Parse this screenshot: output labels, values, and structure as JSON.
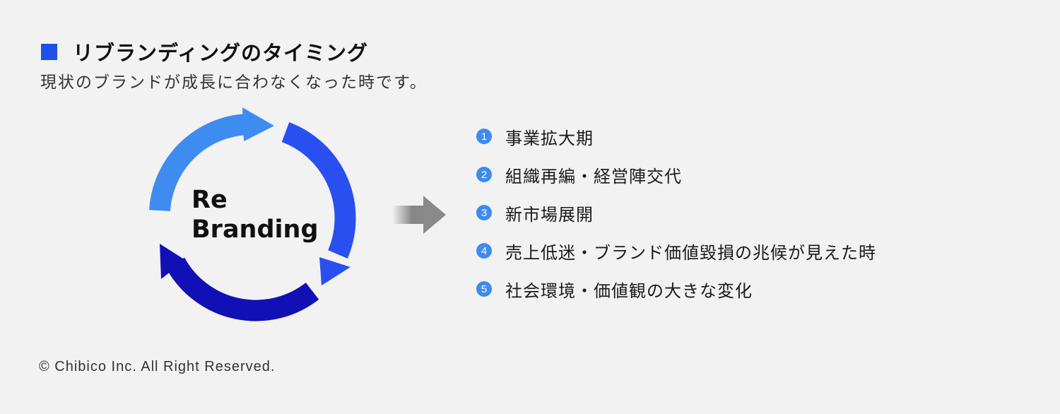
{
  "header": {
    "title": "リブランディングのタイミング",
    "subtitle": "現状のブランドが成長に合わなくなった時です。",
    "accent_color": "#1f4fe6"
  },
  "cycle": {
    "label_line1": "Re",
    "label_line2": "Branding",
    "colors": [
      "#3f8cf0",
      "#2a4ff0",
      "#1010b6"
    ]
  },
  "timings": [
    {
      "number": "1",
      "text": "事業拡大期"
    },
    {
      "number": "2",
      "text": "組織再編・経営陣交代"
    },
    {
      "number": "3",
      "text": "新市場展開"
    },
    {
      "number": "4",
      "text": "売上低迷・ブランド価値毀損の兆候が見えた時"
    },
    {
      "number": "5",
      "text": "社会環境・価値観の大きな変化"
    }
  ],
  "footer": {
    "copyright": "© Chibico Inc. All Right Reserved."
  }
}
